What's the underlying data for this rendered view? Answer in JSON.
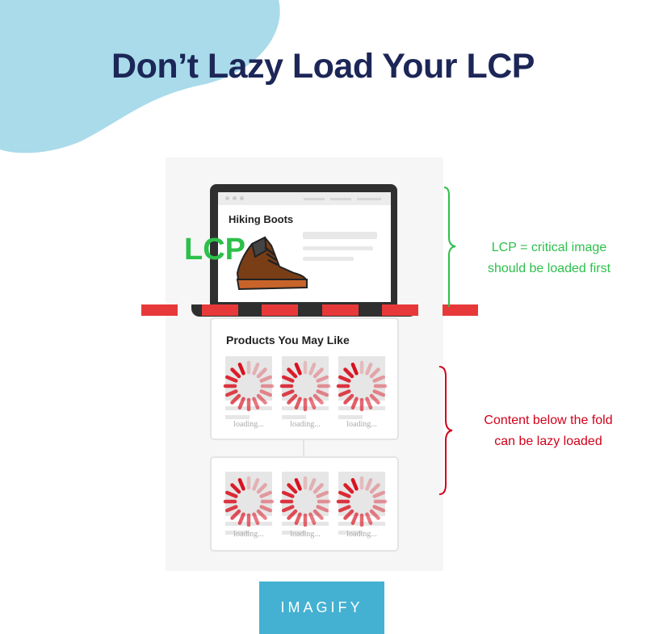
{
  "title": "Don’t Lazy Load Your LCP",
  "laptop": {
    "page_heading": "Hiking Boots",
    "lcp_label": "LCP"
  },
  "products": {
    "heading": "Products You May Like",
    "rows": [
      {
        "tiles": [
          {
            "status": "loading..."
          },
          {
            "status": "loading..."
          },
          {
            "status": "loading..."
          }
        ]
      },
      {
        "tiles": [
          {
            "status": "loading..."
          },
          {
            "status": "loading..."
          },
          {
            "status": "loading..."
          }
        ]
      }
    ]
  },
  "annotations": {
    "above_fold": {
      "line1": "LCP = critical image",
      "line2": "should be loaded first",
      "color": "#2cc04a"
    },
    "below_fold": {
      "line1": "Content below the fold",
      "line2": "can be lazy loaded",
      "color": "#d0021b"
    }
  },
  "fold_line_color": "#e8393a",
  "logo": {
    "text": "IMAGIFY",
    "color": "#44b1d2"
  }
}
